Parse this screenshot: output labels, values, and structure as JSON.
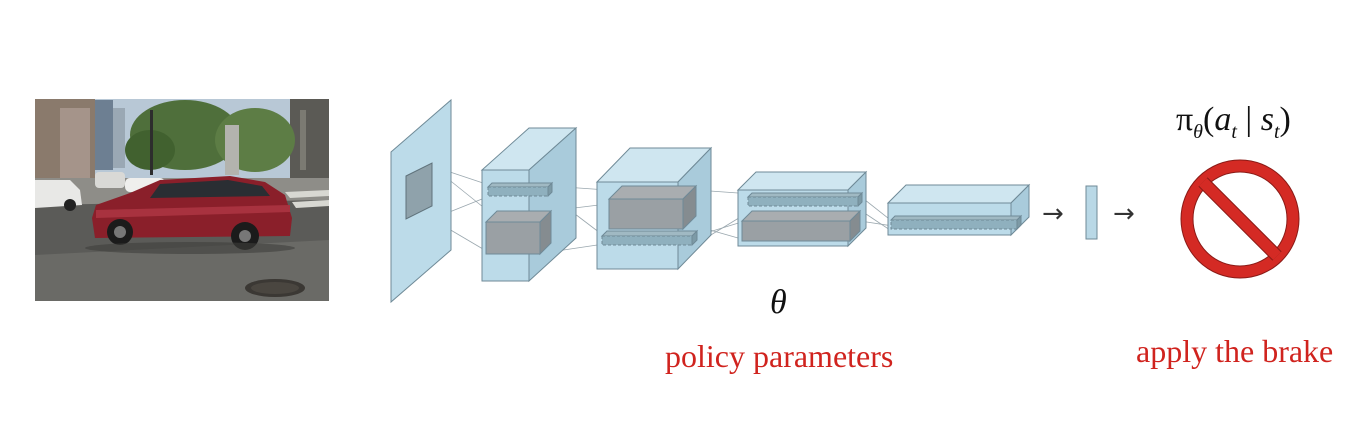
{
  "figure": {
    "input_image": {
      "description": "",
      "icon": "street-scene-photo-red-car"
    },
    "network": {
      "icon": "convolutional-network-blocks"
    },
    "arrows": [
      "→",
      "→"
    ],
    "output_icon": "prohibition-sign-icon",
    "parameter_symbol": "θ",
    "parameter_caption": "policy parameters",
    "policy_expression": {
      "pi": "π",
      "theta_sub": "θ",
      "open": "(",
      "a": "a",
      "a_sub": "t",
      "bar": " | ",
      "s": "s",
      "s_sub": "t",
      "close": ")"
    },
    "action_caption": "apply the brake"
  },
  "colors": {
    "block_fill": "#b9d8e6",
    "block_stroke": "#6f8a97",
    "caption_red": "#d0231e",
    "sign_red": "#d42a24"
  }
}
